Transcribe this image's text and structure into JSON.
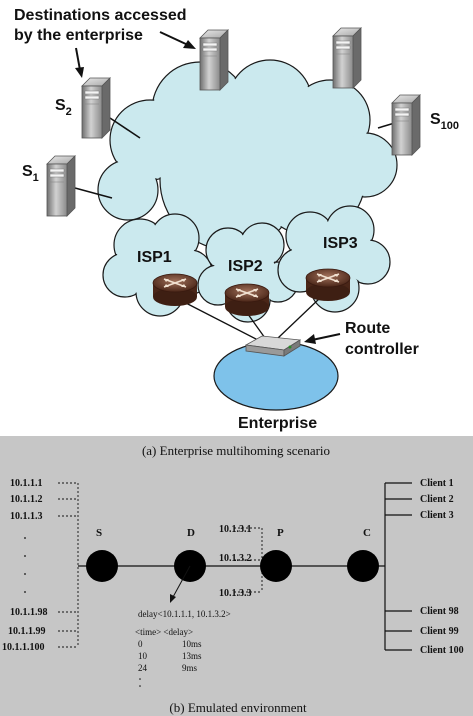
{
  "scenario": {
    "title_line1": "Destinations accessed",
    "title_line2": "by the enterprise",
    "servers": [
      {
        "label": "S",
        "sub": "2"
      },
      {
        "label": "S",
        "sub": "1"
      },
      {
        "label": "S",
        "sub": "100"
      }
    ],
    "isps": [
      "ISP1",
      "ISP2",
      "ISP3"
    ],
    "route_controller_line1": "Route",
    "route_controller_line2": "controller",
    "enterprise_label": "Enterprise",
    "caption": "(a) Enterprise multihoming scenario"
  },
  "emulated": {
    "left_addresses": [
      "10.1.1.1",
      "10.1.1.2",
      "10.1.1.3",
      "10.1.1.98",
      "10.1.1.99",
      "10.1.1.100"
    ],
    "nodes": [
      "S",
      "D",
      "P",
      "C"
    ],
    "p_addresses": [
      "10.1.3.1",
      "10.1.3.2",
      "10.1.3.3"
    ],
    "clients": [
      "Client 1",
      "Client 2",
      "Client 3",
      "Client 98",
      "Client 99",
      "Client 100"
    ],
    "delay_rule": "delay<10.1.1.1, 10.1.3.2>",
    "table_header": "<time> <delay>",
    "table_rows": [
      {
        "time": "0",
        "delay": "10ms"
      },
      {
        "time": "10",
        "delay": "13ms"
      },
      {
        "time": "24",
        "delay": "9ms"
      }
    ],
    "caption": "(b) Emulated environment"
  }
}
